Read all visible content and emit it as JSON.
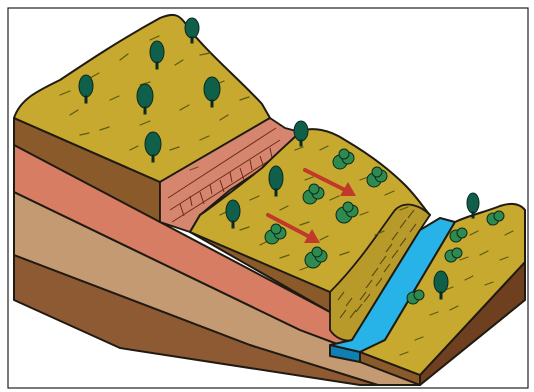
{
  "diagram": {
    "description_visible_text": "",
    "colors": {
      "surface_grass": "#c7a92f",
      "grass_strokes": "#5b5a10",
      "soil_brown": "#8b5a2b",
      "soil_dark": "#6e4020",
      "rock_red": "#d77d63",
      "rock_tan": "#c49a72",
      "rock_brown": "#8e5a33",
      "brick": "#d6866e",
      "river": "#28b3e8",
      "river_dark": "#0f7fb4",
      "tree": "#0f5f4a",
      "bush": "#2e8a4e",
      "arrow": "#c0392b",
      "outline": "#1f1a12"
    },
    "layers": [
      "upper-plateau",
      "brick-escarpment",
      "middle-terrace",
      "sediment-bank",
      "river-channel",
      "lower-floodplain"
    ],
    "icons": [
      "conifer-tree-icon",
      "round-bush-icon",
      "flow-arrow-icon"
    ]
  }
}
